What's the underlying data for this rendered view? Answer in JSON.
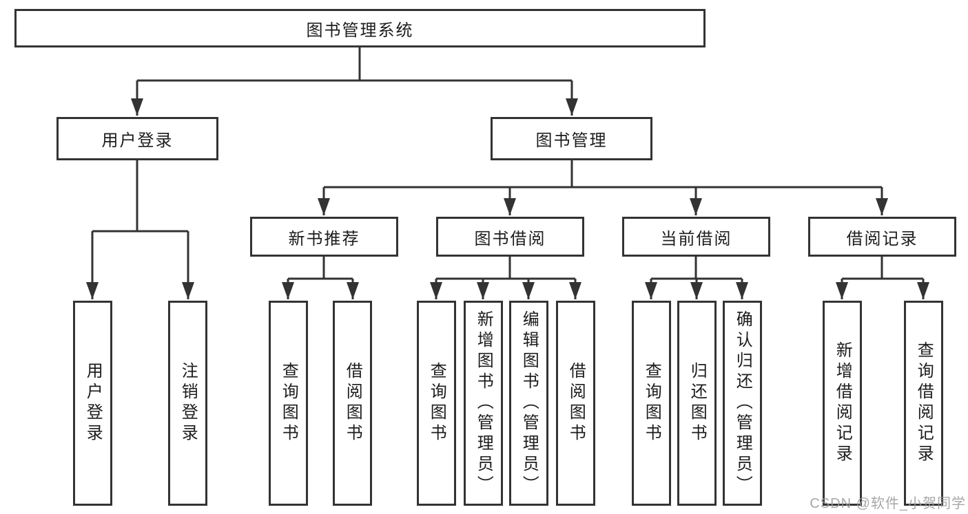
{
  "colors": {
    "line_color": "#333333",
    "text_color": "#1c1c1c",
    "box_bg": "#ffffff",
    "watermark_color": "#9b9b9b"
  },
  "watermark": {
    "text": "CSDN @软件_小贺同学"
  },
  "nodes": {
    "root": {
      "label": "图书管理系统"
    },
    "user_login": {
      "label": "用户登录",
      "children": {
        "login": {
          "label": "用户登录"
        },
        "logout": {
          "label": "注销登录"
        }
      }
    },
    "book_mgmt": {
      "label": "图书管理",
      "children": {
        "new_book_rec": {
          "label": "新书推荐",
          "children": {
            "query_books": {
              "label": "查询图书"
            },
            "borrow_books": {
              "label": "借阅图书"
            }
          }
        },
        "book_borrow": {
          "label": "图书借阅",
          "children": {
            "query_books": {
              "label": "查询图书"
            },
            "add_books": {
              "label": "新增图书（管理员）"
            },
            "edit_books": {
              "label": "编辑图书（管理员）"
            },
            "borrow_books": {
              "label": "借阅图书"
            }
          }
        },
        "current_borrow": {
          "label": "当前借阅",
          "children": {
            "query_books": {
              "label": "查询图书"
            },
            "return_books": {
              "label": "归还图书"
            },
            "confirm_return": {
              "label": "确认归还（管理员）"
            }
          }
        },
        "borrow_records": {
          "label": "借阅记录",
          "children": {
            "add_record": {
              "label": "新增借阅记录"
            },
            "query_record": {
              "label": "查询借阅记录"
            }
          }
        }
      }
    }
  }
}
